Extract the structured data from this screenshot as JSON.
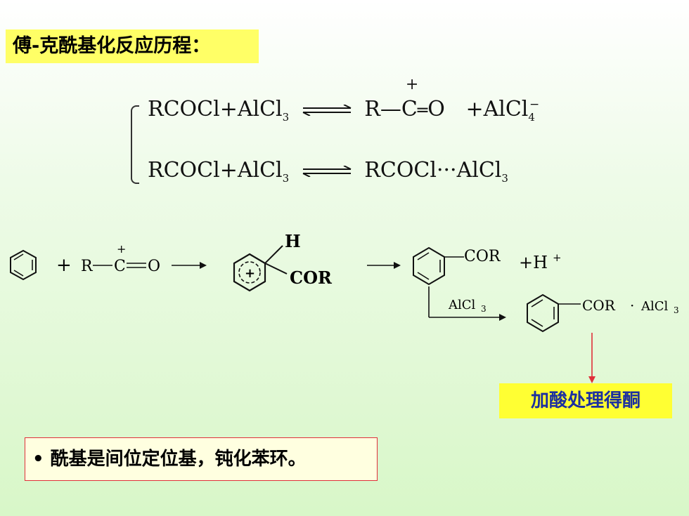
{
  "title": "傅-克酰基化反应历程：",
  "equations": {
    "eq1": {
      "lhs_a": "RCOCl",
      "plus": "+",
      "lhs_b": "AlCl",
      "lhs_b_sub": "3",
      "rhs_r": "R—",
      "rhs_c_charge": "+",
      "rhs_c": "C",
      "rhs_o": "O",
      "rhs_plus": "+",
      "rhs_al": "AlCl",
      "rhs_al_sub": "4",
      "rhs_al_sup": "−"
    },
    "eq2": {
      "lhs_a": "RCOCl",
      "plus": "+",
      "lhs_b": "AlCl",
      "lhs_b_sub": "3",
      "rhs": "RCOCl···AlCl",
      "rhs_sub": "3"
    }
  },
  "mechanism": {
    "plus1": "+",
    "acylium_r": "R",
    "acylium_charge": "+",
    "acylium_c": "C",
    "acylium_o": "O",
    "sigma_h": "H",
    "sigma_plus": "+",
    "sigma_cor": "COR",
    "product_cor": "COR",
    "hplus": "+H",
    "hplus_sup": "+",
    "alcl3_label": "AlCl",
    "alcl3_sub": "3",
    "complex_cor": "COR",
    "complex_dot": "·",
    "complex_al": "AlCl",
    "complex_al_sub": "3"
  },
  "ketone_label": "加酸处理得酮",
  "note": "• 酰基是间位定位基，钝化苯环。",
  "colors": {
    "title_bg": "#ffff66",
    "ketone_bg": "#ffff33",
    "ketone_text": "#1c2fa0",
    "note_border": "#e0303a",
    "red_arrow": "#e0303a"
  }
}
